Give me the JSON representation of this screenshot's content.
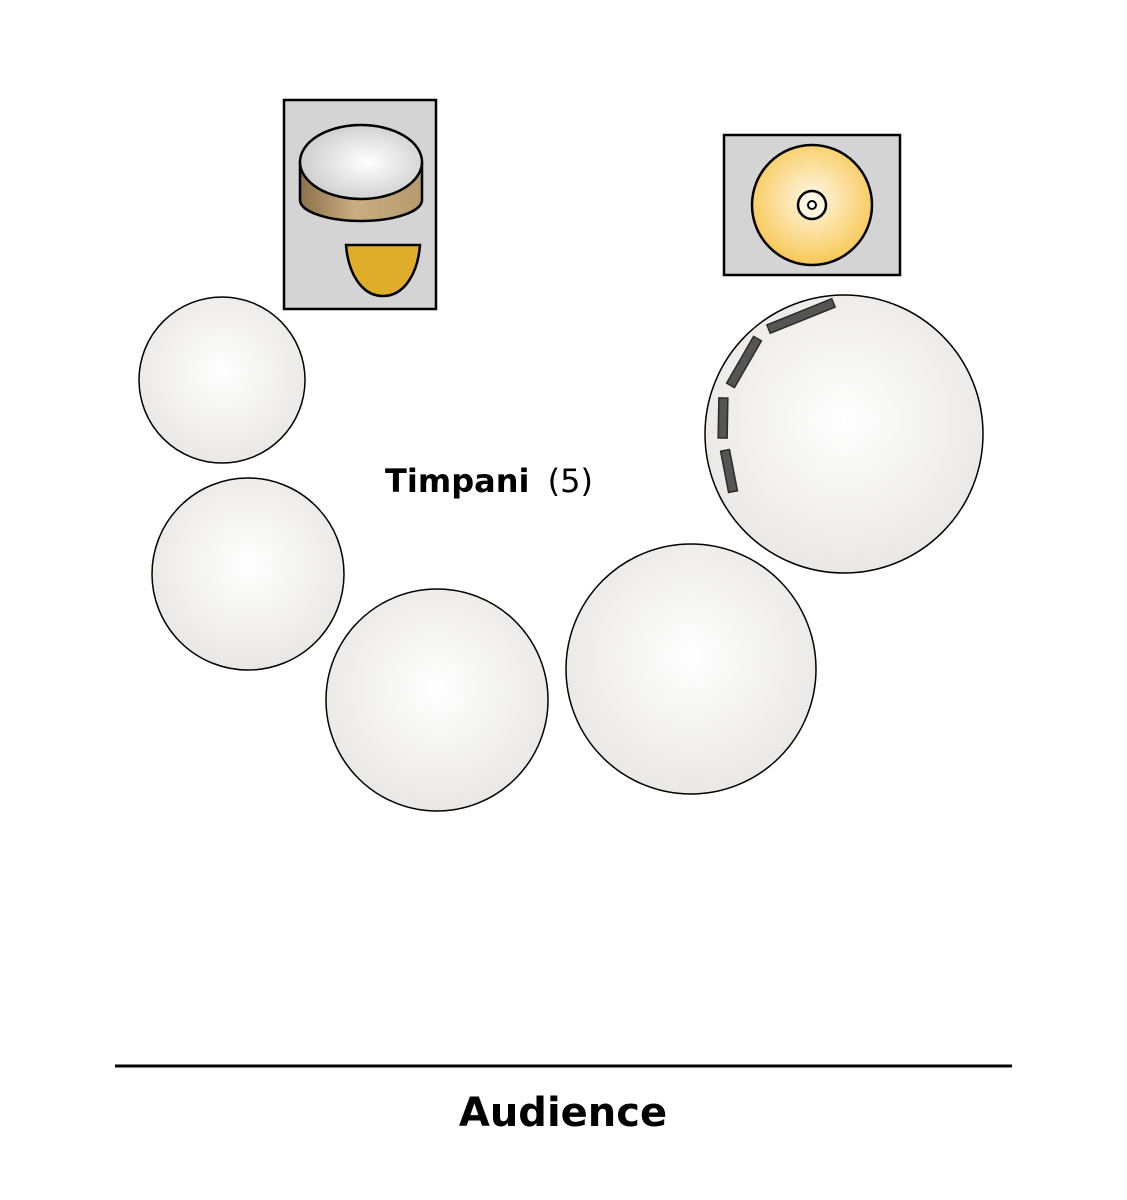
{
  "diagram": {
    "timpani_label": {
      "name": "Timpani",
      "count": "(5)"
    },
    "audience_label": "Audience",
    "instruments": [
      {
        "name": "timpani-drum",
        "icon": "timpano-drum-icon"
      },
      {
        "name": "timpani-drum",
        "icon": "timpano-drum-icon"
      },
      {
        "name": "timpani-drum",
        "icon": "timpano-drum-icon"
      },
      {
        "name": "timpani-drum",
        "icon": "timpano-drum-icon"
      },
      {
        "name": "timpani-drum",
        "icon": "timpano-drum-icon"
      }
    ],
    "accessories": [
      {
        "name": "snare-drum-stand",
        "icon": "snare-drum-icon"
      },
      {
        "name": "cymbal-stand",
        "icon": "cymbal-icon"
      },
      {
        "name": "mallet-rack",
        "icon": "mallet-rack-icon"
      }
    ],
    "colors": {
      "drum_head": "#eeedec",
      "stand_box": "#d4d4d4",
      "cymbal": "#f7cd5a",
      "shell": "#a58a5f",
      "bowl": "#e0ad2a",
      "mallets": "#555555"
    }
  }
}
